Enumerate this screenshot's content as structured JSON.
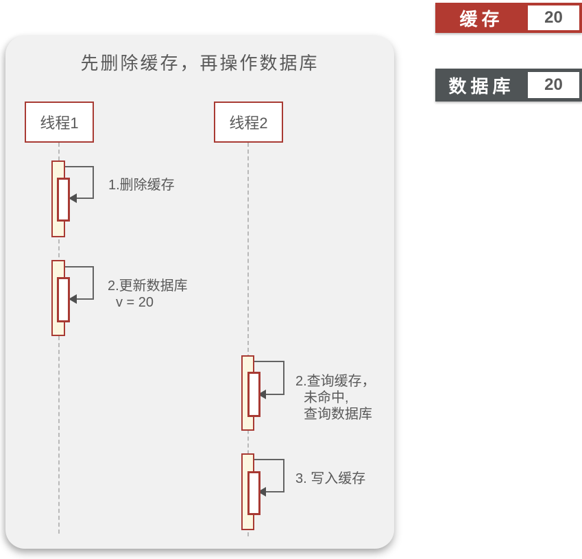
{
  "legend": {
    "cache": {
      "label": "缓存",
      "value": "20",
      "color": "#b23a31"
    },
    "database": {
      "label": "数据库",
      "value": "20",
      "color": "#4f5456"
    }
  },
  "diagram": {
    "title": "先删除缓存，再操作数据库",
    "threads": [
      {
        "label": "线程1"
      },
      {
        "label": "线程2"
      }
    ],
    "messages": [
      {
        "lines": [
          "1.删除缓存"
        ]
      },
      {
        "lines": [
          "2.更新数据库",
          "v = 20"
        ]
      },
      {
        "lines": [
          "2.查询缓存，",
          "未命中,",
          "查询数据库"
        ]
      },
      {
        "lines": [
          "3. 写入缓存"
        ]
      }
    ]
  },
  "colors": {
    "accent_red": "#b23a31",
    "dark_gray": "#4f5456",
    "activation_fill": "#fcf7e0",
    "activation_border": "#a83a33",
    "text_gray": "#595959",
    "arrow_gray": "#636363",
    "lifeline_gray": "#b9b9b9",
    "panel_bg": "#f1f1f1"
  }
}
